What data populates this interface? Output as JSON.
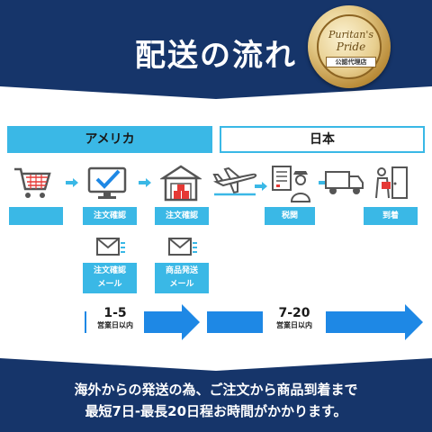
{
  "header": {
    "title": "配送の流れ"
  },
  "seal": {
    "brand_line1": "Puritan's",
    "brand_line2": "Pride",
    "sub": "公認代理店"
  },
  "regions": {
    "usa": "アメリカ",
    "japan": "日本"
  },
  "steps": {
    "cart": "",
    "order_check_1": "注文確認",
    "order_check_2": "注文確認",
    "customs": "税関",
    "arrival": "到着"
  },
  "mails": {
    "order_mail_line1": "注文確認",
    "order_mail_line2": "メール",
    "ship_mail_line1": "商品発送",
    "ship_mail_line2": "メール"
  },
  "ranges": {
    "first": {
      "days": "1-5",
      "unit": "営業日以内"
    },
    "second": {
      "days": "7-20",
      "unit": "営業日以内"
    }
  },
  "footer": {
    "line1": "海外からの発送の為、ご注文から商品到着まで",
    "line2": "最短7日-最長20日程お時間がかかります。"
  },
  "colors": {
    "navy": "#16356a",
    "cyan": "#3ab8e6",
    "arrow_blue": "#1e88e5"
  }
}
